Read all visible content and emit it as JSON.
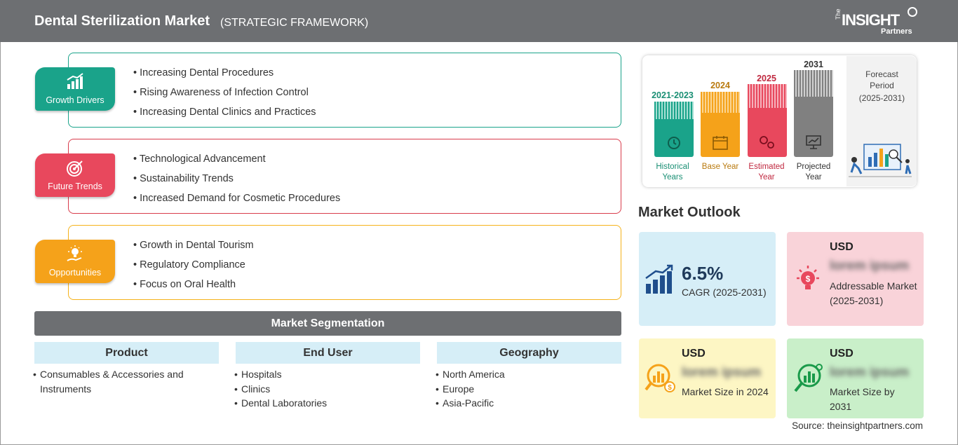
{
  "header": {
    "title": "Dental Sterilization Market",
    "subtitle": "(STRATEGIC FRAMEWORK)",
    "logo_the": "The",
    "logo_insight": "INSIGHT",
    "logo_partners": "Partners"
  },
  "framework": [
    {
      "label": "Growth Drivers",
      "color": "#1aa38a",
      "border": "#1aa38a",
      "icon": "growth-chart-icon",
      "items": [
        "Increasing Dental Procedures",
        "Rising Awareness of Infection Control",
        "Increasing Dental Clinics and Practices"
      ]
    },
    {
      "label": "Future Trends",
      "color": "#e8485d",
      "border": "#d93c4c",
      "icon": "target-icon",
      "items": [
        "Technological Advancement",
        "Sustainability Trends",
        "Increased Demand for Cosmetic Procedures"
      ]
    },
    {
      "label": "Opportunities",
      "color": "#f5a21a",
      "border": "#f5b21a",
      "icon": "lightbulb-hand-icon",
      "items": [
        "Growth in Dental Tourism",
        "Regulatory Compliance",
        "Focus on Oral Health"
      ]
    }
  ],
  "segmentation": {
    "title": "Market Segmentation",
    "columns": [
      {
        "heading": "Product",
        "items": [
          "Consumables & Accessories and Instruments"
        ]
      },
      {
        "heading": "End User",
        "items": [
          "Hospitals",
          "Clinics",
          "Dental Laboratories"
        ]
      },
      {
        "heading": "Geography",
        "items": [
          "North America",
          "Europe",
          "Asia-Pacific"
        ]
      }
    ]
  },
  "timeline": {
    "bars": [
      {
        "year": "2021-2023",
        "label": "Historical Years",
        "color": "#1aa38a",
        "year_color": "#1a8f74",
        "icon": "history-icon"
      },
      {
        "year": "2024",
        "label": "Base Year",
        "color": "#f5a21a",
        "year_color": "#b97a0f",
        "icon": "calendar-icon"
      },
      {
        "year": "2025",
        "label": "Estimated Year",
        "color": "#e8485d",
        "year_color": "#c0283f",
        "icon": "gears-icon"
      },
      {
        "year": "2031",
        "label": "Projected Year",
        "color": "#808080",
        "year_color": "#333333",
        "icon": "presentation-icon"
      }
    ],
    "forecast_label": "Forecast Period",
    "forecast_range": "(2025-2031)"
  },
  "outlook": {
    "title": "Market Outlook",
    "cagr": {
      "value": "6.5%",
      "label": "CAGR (2025-2031)",
      "bg": "#d6eef7"
    },
    "addressable": {
      "usd": "USD",
      "value": "lorem ipsum",
      "label": "Addressable Market (2025-2031)",
      "bg": "#f9d3d9"
    },
    "size_2024": {
      "usd": "USD",
      "value": "lorem ipsum",
      "label": "Market Size in 2024",
      "bg": "#fdf6c4"
    },
    "size_2031": {
      "usd": "USD",
      "value": "lorem ipsum",
      "label": "Market Size by 2031",
      "bg": "#c9efc9"
    }
  },
  "source": "Source: theinsightpartners.com"
}
